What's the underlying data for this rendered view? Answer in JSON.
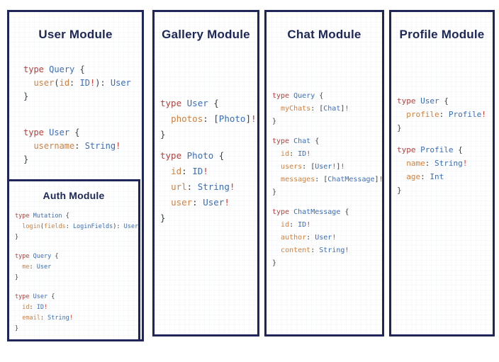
{
  "palette": {
    "border": "#20265a",
    "title": "#1c2757",
    "keyword": "#b0423f",
    "type": "#3a6db8",
    "field": "#d0803e",
    "punct": "#3a3f45",
    "bang": "#d03a30"
  },
  "modules": {
    "user": {
      "title": "User Module",
      "code": [
        [
          [
            [
              "k",
              "type"
            ],
            [
              "p",
              " "
            ],
            [
              "t",
              "Query"
            ],
            [
              "p",
              " {"
            ]
          ],
          [
            [
              "p",
              "  "
            ],
            [
              "f",
              "user"
            ],
            [
              "p",
              "("
            ],
            [
              "f",
              "id"
            ],
            [
              "p",
              ": "
            ],
            [
              "t",
              "ID"
            ],
            [
              "b",
              "!"
            ],
            [
              "p",
              "): "
            ],
            [
              "t",
              "User"
            ]
          ],
          [
            [
              "p",
              "}"
            ]
          ]
        ],
        [
          [
            [
              "k",
              "type"
            ],
            [
              "p",
              " "
            ],
            [
              "t",
              "User"
            ],
            [
              "p",
              " {"
            ]
          ],
          [
            [
              "p",
              "  "
            ],
            [
              "f",
              "username"
            ],
            [
              "p",
              ": "
            ],
            [
              "t",
              "String"
            ],
            [
              "b",
              "!"
            ]
          ],
          [
            [
              "p",
              "}"
            ]
          ]
        ]
      ]
    },
    "auth": {
      "title": "Auth Module",
      "code": [
        [
          [
            [
              "k",
              "type"
            ],
            [
              "p",
              " "
            ],
            [
              "t",
              "Mutation"
            ],
            [
              "p",
              " {"
            ]
          ],
          [
            [
              "p",
              "  "
            ],
            [
              "f",
              "login"
            ],
            [
              "p",
              "("
            ],
            [
              "f",
              "fields"
            ],
            [
              "p",
              ": "
            ],
            [
              "t",
              "LoginFields"
            ],
            [
              "p",
              "): "
            ],
            [
              "t",
              "User"
            ]
          ],
          [
            [
              "p",
              "}"
            ]
          ]
        ],
        [
          [
            [
              "k",
              "type"
            ],
            [
              "p",
              " "
            ],
            [
              "t",
              "Query"
            ],
            [
              "p",
              " {"
            ]
          ],
          [
            [
              "p",
              "  "
            ],
            [
              "f",
              "me"
            ],
            [
              "p",
              ": "
            ],
            [
              "t",
              "User"
            ]
          ],
          [
            [
              "p",
              "}"
            ]
          ]
        ],
        [
          [
            [
              "k",
              "type"
            ],
            [
              "p",
              " "
            ],
            [
              "t",
              "User"
            ],
            [
              "p",
              " {"
            ]
          ],
          [
            [
              "p",
              "  "
            ],
            [
              "f",
              "id"
            ],
            [
              "p",
              ": "
            ],
            [
              "t",
              "ID"
            ],
            [
              "b",
              "!"
            ]
          ],
          [
            [
              "p",
              "  "
            ],
            [
              "f",
              "email"
            ],
            [
              "p",
              ": "
            ],
            [
              "t",
              "String"
            ],
            [
              "b",
              "!"
            ]
          ],
          [
            [
              "p",
              "}"
            ]
          ]
        ]
      ]
    },
    "gallery": {
      "title": "Gallery Module",
      "code": [
        [
          [
            [
              "k",
              "type"
            ],
            [
              "p",
              " "
            ],
            [
              "t",
              "User"
            ],
            [
              "p",
              " {"
            ]
          ],
          [
            [
              "p",
              "  "
            ],
            [
              "f",
              "photos"
            ],
            [
              "p",
              ": ["
            ],
            [
              "t",
              "Photo"
            ],
            [
              "p",
              "]"
            ],
            [
              "b",
              "!"
            ]
          ],
          [
            [
              "p",
              "}"
            ]
          ]
        ],
        [
          [
            [
              "k",
              "type"
            ],
            [
              "p",
              " "
            ],
            [
              "t",
              "Photo"
            ],
            [
              "p",
              " {"
            ]
          ],
          [
            [
              "p",
              "  "
            ],
            [
              "f",
              "id"
            ],
            [
              "p",
              ": "
            ],
            [
              "t",
              "ID"
            ],
            [
              "b",
              "!"
            ]
          ],
          [
            [
              "p",
              "  "
            ],
            [
              "f",
              "url"
            ],
            [
              "p",
              ": "
            ],
            [
              "t",
              "String"
            ],
            [
              "b",
              "!"
            ]
          ],
          [
            [
              "p",
              "  "
            ],
            [
              "f",
              "user"
            ],
            [
              "p",
              ": "
            ],
            [
              "t",
              "User"
            ],
            [
              "b",
              "!"
            ]
          ],
          [
            [
              "p",
              "}"
            ]
          ]
        ]
      ]
    },
    "chat": {
      "title": "Chat Module",
      "code": [
        [
          [
            [
              "k",
              "type"
            ],
            [
              "p",
              " "
            ],
            [
              "t",
              "Query"
            ],
            [
              "p",
              " {"
            ]
          ],
          [
            [
              "p",
              "  "
            ],
            [
              "f",
              "myChats"
            ],
            [
              "p",
              ": ["
            ],
            [
              "t",
              "Chat"
            ],
            [
              "p",
              "]"
            ],
            [
              "b",
              "!"
            ]
          ],
          [
            [
              "p",
              "}"
            ]
          ]
        ],
        [
          [
            [
              "k",
              "type"
            ],
            [
              "p",
              " "
            ],
            [
              "t",
              "Chat"
            ],
            [
              "p",
              " {"
            ]
          ],
          [
            [
              "p",
              "  "
            ],
            [
              "f",
              "id"
            ],
            [
              "p",
              ": "
            ],
            [
              "t",
              "ID"
            ],
            [
              "b",
              "!"
            ]
          ],
          [
            [
              "p",
              "  "
            ],
            [
              "f",
              "users"
            ],
            [
              "p",
              ": ["
            ],
            [
              "t",
              "User"
            ],
            [
              "b",
              "!"
            ],
            [
              "p",
              "]"
            ],
            [
              "b",
              "!"
            ]
          ],
          [
            [
              "p",
              "  "
            ],
            [
              "f",
              "messages"
            ],
            [
              "p",
              ": ["
            ],
            [
              "t",
              "ChatMessage"
            ],
            [
              "p",
              "]"
            ],
            [
              "b",
              "!"
            ]
          ],
          [
            [
              "p",
              "}"
            ]
          ]
        ],
        [
          [
            [
              "k",
              "type"
            ],
            [
              "p",
              " "
            ],
            [
              "t",
              "ChatMessage"
            ],
            [
              "p",
              " {"
            ]
          ],
          [
            [
              "p",
              "  "
            ],
            [
              "f",
              "id"
            ],
            [
              "p",
              ": "
            ],
            [
              "t",
              "ID"
            ],
            [
              "b",
              "!"
            ]
          ],
          [
            [
              "p",
              "  "
            ],
            [
              "f",
              "author"
            ],
            [
              "p",
              ": "
            ],
            [
              "t",
              "User"
            ],
            [
              "b",
              "!"
            ]
          ],
          [
            [
              "p",
              "  "
            ],
            [
              "f",
              "content"
            ],
            [
              "p",
              ": "
            ],
            [
              "t",
              "String"
            ],
            [
              "b",
              "!"
            ]
          ],
          [
            [
              "p",
              "}"
            ]
          ]
        ]
      ]
    },
    "profile": {
      "title": "Profile Module",
      "code": [
        [
          [
            [
              "k",
              "type"
            ],
            [
              "p",
              " "
            ],
            [
              "t",
              "User"
            ],
            [
              "p",
              " {"
            ]
          ],
          [
            [
              "p",
              "  "
            ],
            [
              "f",
              "profile"
            ],
            [
              "p",
              ": "
            ],
            [
              "t",
              "Profile"
            ],
            [
              "b",
              "!"
            ]
          ],
          [
            [
              "p",
              "}"
            ]
          ]
        ],
        [
          [
            [
              "k",
              "type"
            ],
            [
              "p",
              " "
            ],
            [
              "t",
              "Profile"
            ],
            [
              "p",
              " {"
            ]
          ],
          [
            [
              "p",
              "  "
            ],
            [
              "f",
              "name"
            ],
            [
              "p",
              ": "
            ],
            [
              "t",
              "String"
            ],
            [
              "b",
              "!"
            ]
          ],
          [
            [
              "p",
              "  "
            ],
            [
              "f",
              "age"
            ],
            [
              "p",
              ": "
            ],
            [
              "t",
              "Int"
            ]
          ],
          [
            [
              "p",
              "}"
            ]
          ]
        ]
      ]
    }
  }
}
